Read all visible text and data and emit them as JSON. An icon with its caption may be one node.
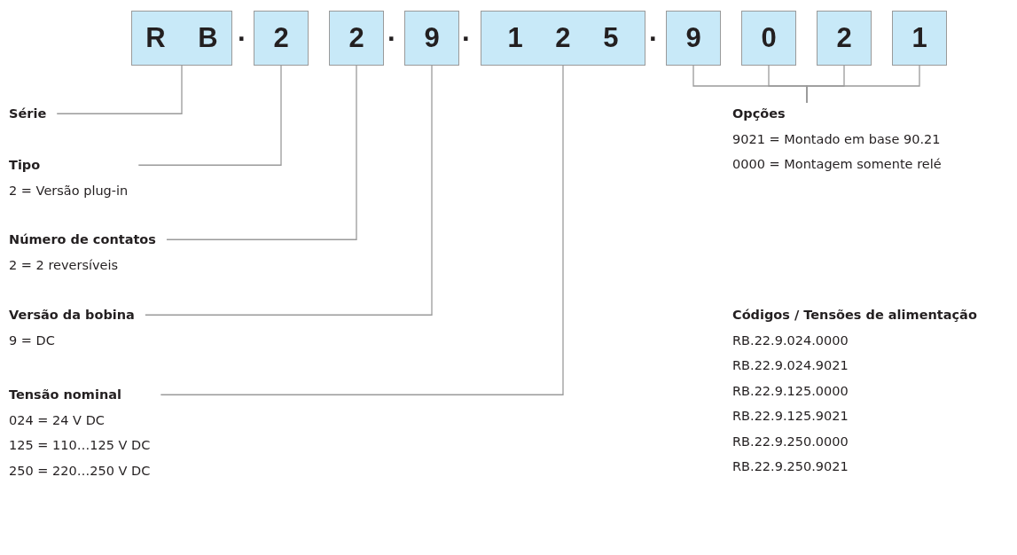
{
  "diagram": {
    "nodes": [
      {
        "text": [
          "R B"
        ]
      },
      {
        "text": [
          "2"
        ]
      },
      {
        "text": [
          "2"
        ]
      },
      {
        "text": [
          "9"
        ]
      },
      {
        "text": [
          "1 2 5"
        ]
      },
      {
        "text": [
          "9"
        ]
      },
      {
        "text": [
          "0"
        ]
      },
      {
        "text": [
          "2"
        ]
      },
      {
        "text": [
          "1"
        ]
      },
      {
        "text": [
          "Série"
        ]
      },
      {
        "text": [
          "Tipo",
          "2 = Versão plug-in"
        ]
      },
      {
        "text": [
          "Número de contatos",
          "2 = 2 reversíveis"
        ]
      },
      {
        "text": [
          "Versão da bobina",
          "9 = DC"
        ]
      },
      {
        "text": [
          "Tensão nominal",
          "024 = 24 V DC",
          "125 = 110…125 V DC",
          "250 = 220…250 V DC"
        ]
      },
      {
        "text": [
          "Opções",
          "9021 = Montado em base 90.21",
          "0000 = Montagem somente relé"
        ]
      }
    ],
    "edges": [
      {
        "from": 9,
        "to": 0,
        "arrow": "none"
      },
      {
        "from": 10,
        "to": 1,
        "arrow": "none"
      },
      {
        "from": 11,
        "to": 2,
        "arrow": "none"
      },
      {
        "from": 12,
        "to": 3,
        "arrow": "none"
      },
      {
        "from": 13,
        "to": 4,
        "arrow": "none"
      },
      {
        "from": 14,
        "to": 5,
        "arrow": "none"
      },
      {
        "from": 14,
        "to": 6,
        "arrow": "none"
      },
      {
        "from": 14,
        "to": 7,
        "arrow": "none"
      },
      {
        "from": 14,
        "to": 8,
        "arrow": "none"
      }
    ],
    "labels": [
      ".",
      ".",
      ".",
      ".",
      "Códigos / Tensões de alimentação",
      "RB.22.9.024.0000",
      "RB.22.9.024.9021",
      "RB.22.9.125.0000",
      "RB.22.9.125.9021",
      "RB.22.9.250.0000",
      "RB.22.9.250.9021"
    ]
  }
}
